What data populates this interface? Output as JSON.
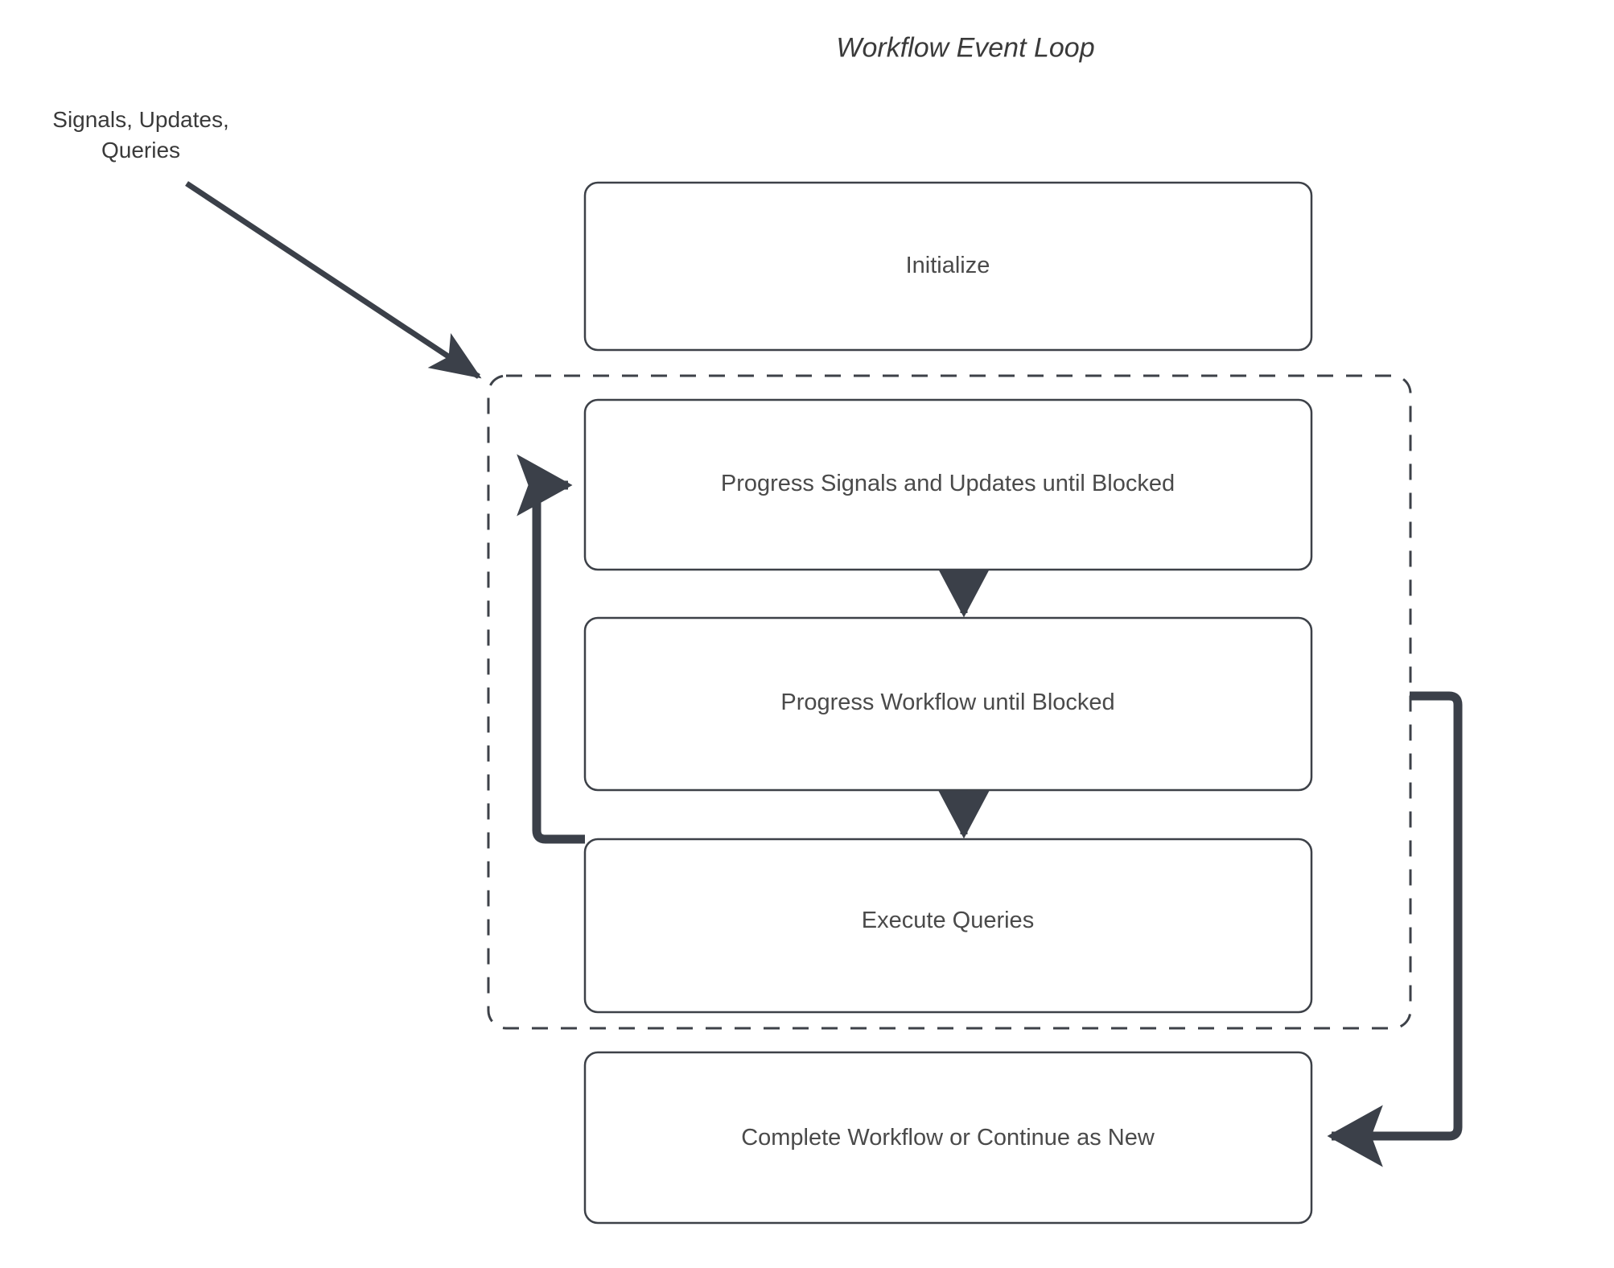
{
  "diagram": {
    "title": "Workflow Event Loop",
    "type": "flowchart",
    "colors": {
      "background": "#ffffff",
      "node_border": "#3d4148",
      "node_fill": "#ffffff",
      "arrow": "#3b4049",
      "dashed_border": "#3d4148",
      "text": "#4a4a4a",
      "title_text": "#3a3a3a"
    },
    "external_input": {
      "label_line1": "Signals, Updates,",
      "label_line2": "Queries"
    },
    "group": {
      "name": "event-loop-group",
      "style": "dashed"
    },
    "nodes": [
      {
        "id": "initialize",
        "label": "Initialize"
      },
      {
        "id": "progress-signals",
        "label": "Progress Signals and Updates until Blocked"
      },
      {
        "id": "progress-workflow",
        "label": "Progress Workflow until Blocked"
      },
      {
        "id": "execute-queries",
        "label": "Execute Queries"
      },
      {
        "id": "complete-workflow",
        "label": "Complete Workflow or Continue as New"
      }
    ],
    "edges": [
      {
        "from": "external-input",
        "to": "event-loop-group",
        "style": "solid-arrow"
      },
      {
        "from": "progress-signals",
        "to": "progress-workflow",
        "style": "solid-arrow"
      },
      {
        "from": "progress-workflow",
        "to": "execute-queries",
        "style": "solid-arrow"
      },
      {
        "from": "execute-queries",
        "to": "progress-signals",
        "style": "loop-back-left"
      },
      {
        "from": "event-loop-group",
        "to": "complete-workflow",
        "style": "loop-right"
      }
    ]
  }
}
